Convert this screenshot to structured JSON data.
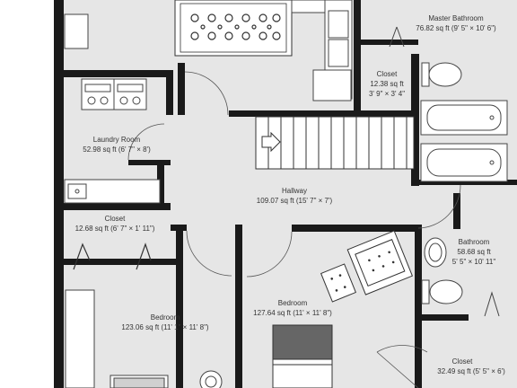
{
  "colors": {
    "floor": "#e6e6e6",
    "wall": "#1a1a1a",
    "background": "#ffffff",
    "fixture": "#ffffff",
    "bed_headboard": "#666666"
  },
  "rooms": {
    "master_bathroom": {
      "name": "Master Bathroom",
      "area": "76.82 sq ft (9' 5\" × 10' 6\")"
    },
    "closet_top": {
      "name": "Closet",
      "area_line1": "12.38 sq ft",
      "area_line2": "3' 9\" × 3' 4\""
    },
    "laundry": {
      "name": "Laundry Room",
      "area": "52.98 sq ft (6' 7\" × 8')"
    },
    "hallway": {
      "name": "Hallway",
      "area": "109.07 sq ft (15' 7\" × 7')"
    },
    "closet_left": {
      "name": "Closet",
      "area": "12.68 sq ft (6' 7\" × 1' 11\")"
    },
    "bathroom": {
      "name": "Bathroom",
      "area_line1": "58.68 sq ft",
      "area_line2": "5' 5\" × 10' 11\""
    },
    "bedroom_left": {
      "name": "Bedroom",
      "area": "123.06 sq ft (11' 1\" × 11' 8\")"
    },
    "bedroom_mid": {
      "name": "Bedroom",
      "area": "127.64 sq ft (11' × 11' 8\")"
    },
    "closet_bottom": {
      "name": "Closet",
      "area": "32.49 sq ft (5' 5\" × 6')"
    }
  },
  "icons": [
    "stairs-arrow-icon",
    "washer-icon",
    "dryer-icon",
    "toilet-icon",
    "bathtub-icon",
    "sink-icon",
    "armchair-icon",
    "bed-icon",
    "lamp-icon",
    "rug-icon",
    "sofa-icon"
  ]
}
